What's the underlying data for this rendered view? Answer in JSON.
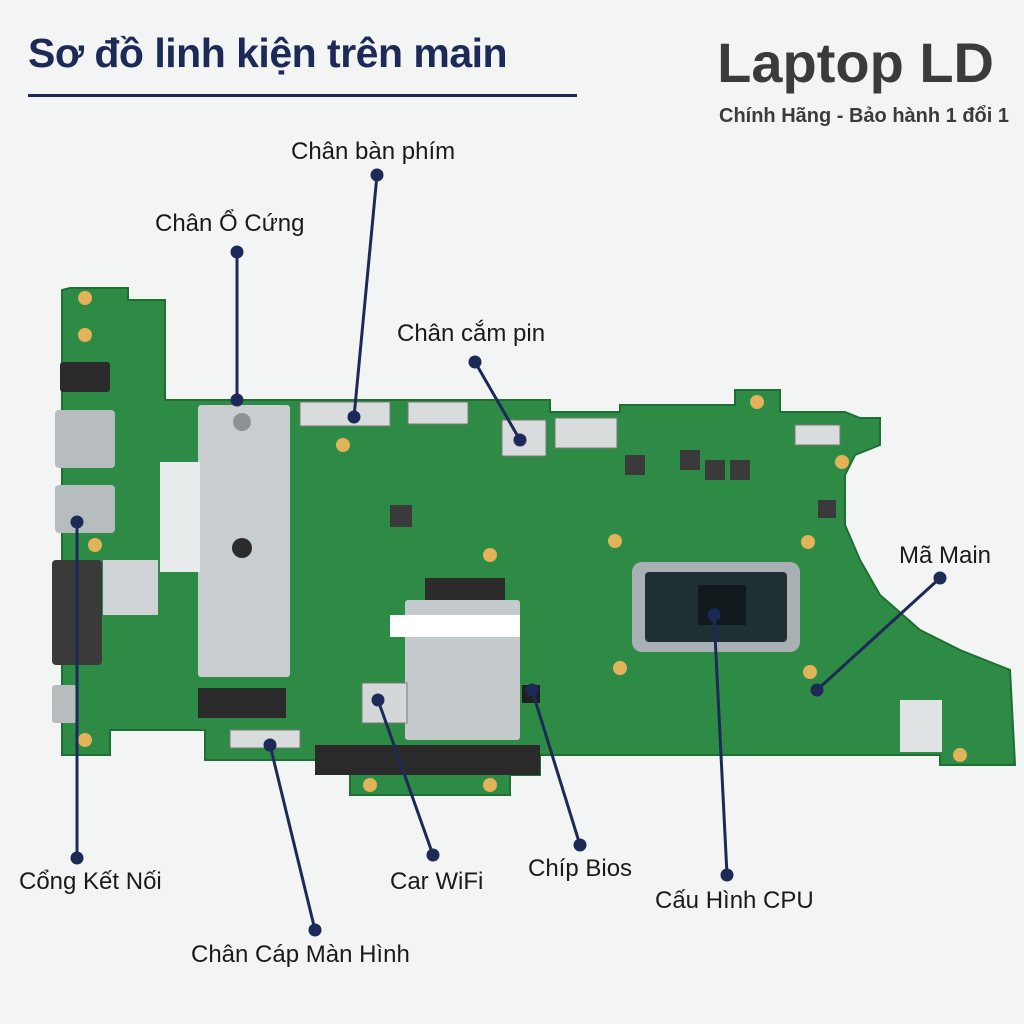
{
  "header": {
    "title": "Sơ đồ linh kiện trên main",
    "brand": "Laptop LD",
    "tagline": "Chính Hãng - Bảo hành 1 đổi 1"
  },
  "callouts": {
    "keyboard": "Chân bàn phím",
    "hdd": "Chân Ổ Cứng",
    "battery": "Chân cắm pin",
    "mainboard_code": "Mã Main",
    "ports": "Cổng Kết Nối",
    "wifi": "Car WiFi",
    "bios": "Chíp Bios",
    "cpu": "Cấu Hình CPU",
    "display_cable": "Chân Cáp Màn Hình"
  },
  "colors": {
    "board": "#2e8b45",
    "title": "#1d2a57",
    "pointer": "#1d2a57",
    "shield": "#c8cdd0",
    "cpu_die": "#1f2f33"
  }
}
